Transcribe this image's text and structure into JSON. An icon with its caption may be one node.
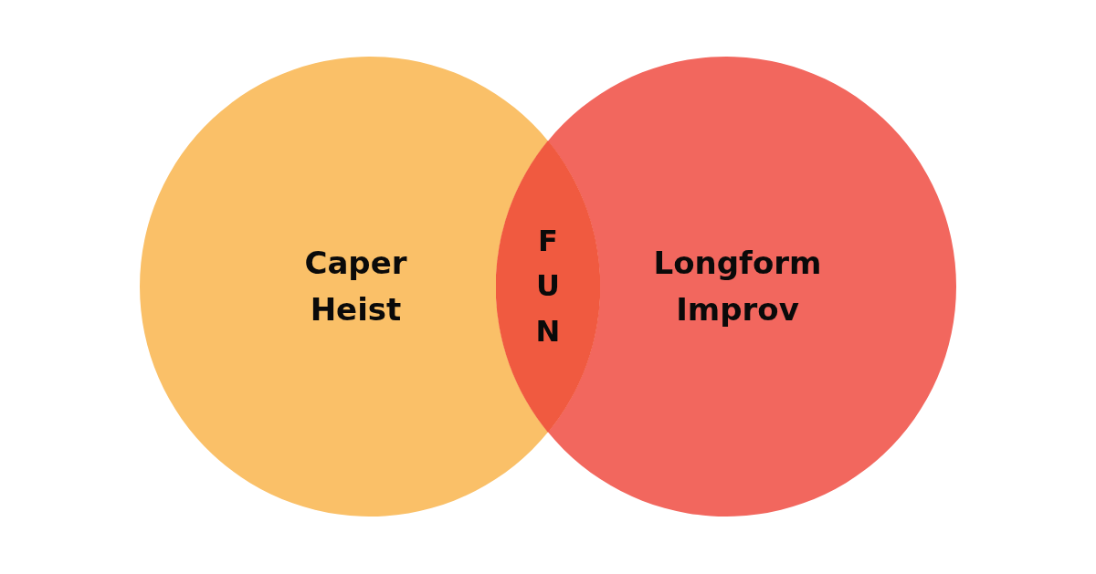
{
  "diagram": {
    "nodes": [
      {
        "text": [
          "Caper Heist"
        ]
      },
      {
        "text": [
          "Longform Improv"
        ]
      },
      {
        "text": [
          "FUN"
        ]
      }
    ]
  }
}
